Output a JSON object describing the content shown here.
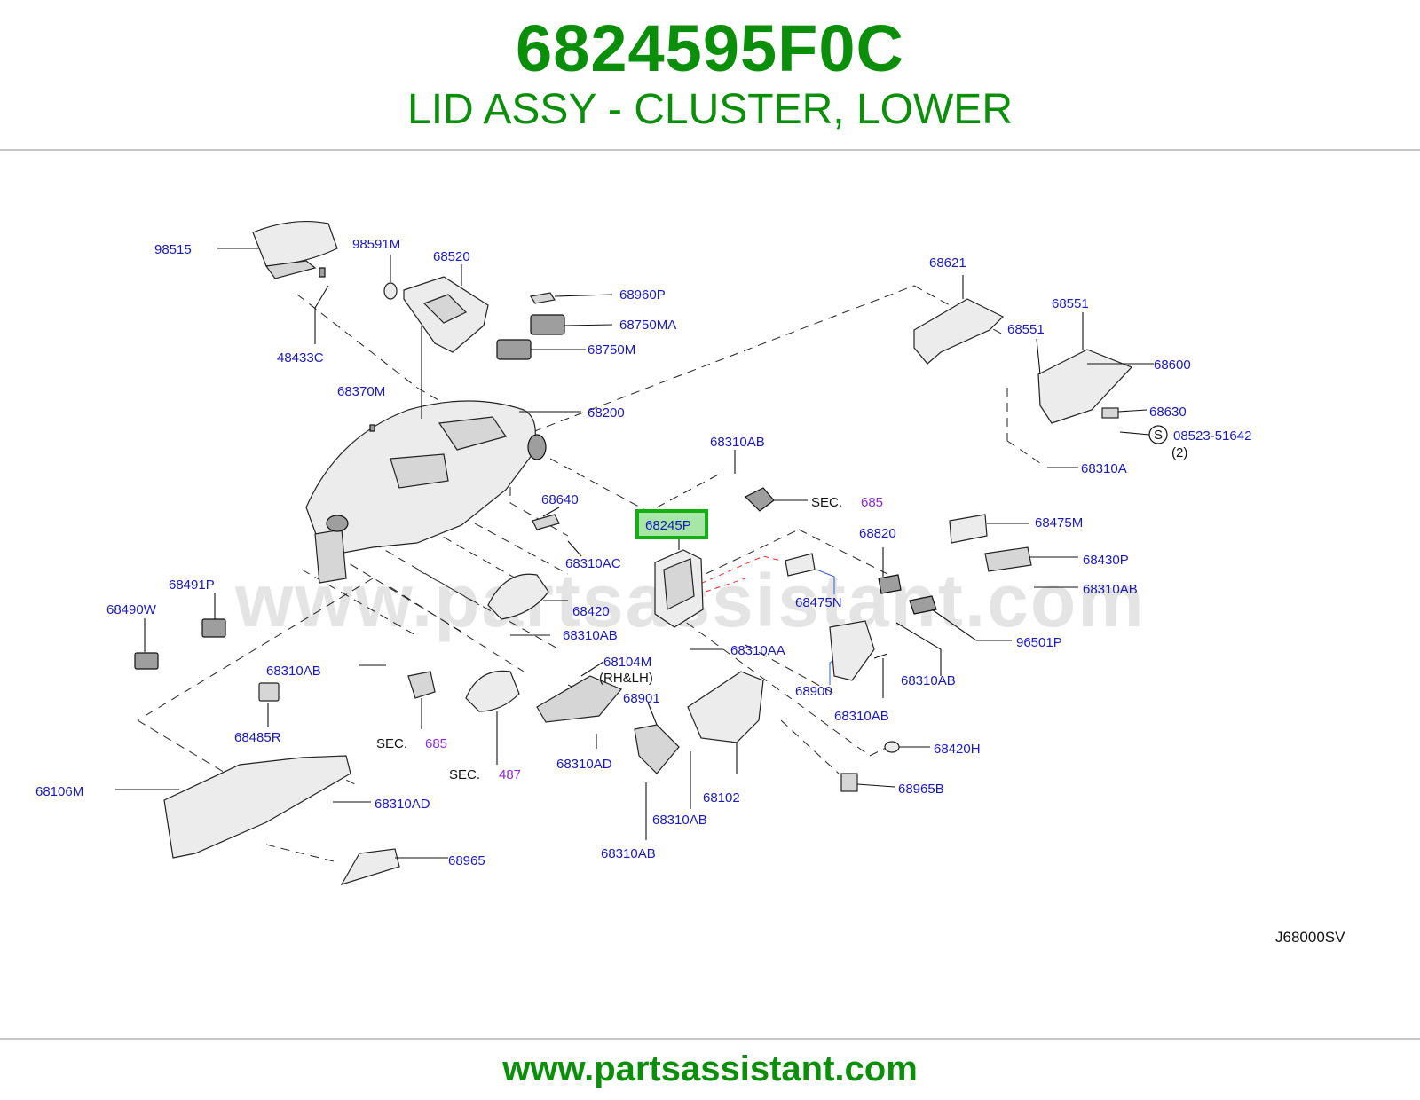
{
  "header": {
    "part_number": "6824595F0C",
    "description": "LID ASSY - CLUSTER, LOWER"
  },
  "diagram": {
    "highlighted_label": "68245P",
    "drawing_code": "J68000SV",
    "watermark": "www.partsassistant.com",
    "labels": {
      "l98515": "98515",
      "l98591M": "98591M",
      "l68520": "68520",
      "l48433C": "48433C",
      "l68960P": "68960P",
      "l68750MA": "68750MA",
      "l68750M": "68750M",
      "l68370M": "68370M",
      "l68200": "68200",
      "l68621": "68621",
      "l68551a": "68551",
      "l68551b": "68551",
      "l68600": "68600",
      "l68630": "68630",
      "lS": "S",
      "l08523": "08523-51642",
      "l2": "(2)",
      "l68310A": "68310A",
      "l68310AB_top": "68310AB",
      "lSEC1": "SEC.",
      "lSEC1n": "685",
      "l68640": "68640",
      "l68310AC": "68310AC",
      "l68475M": "68475M",
      "l68820": "68820",
      "l68430P": "68430P",
      "l68310AB_r1": "68310AB",
      "l68475N": "68475N",
      "l96501P": "96501P",
      "l68491P": "68491P",
      "l68490W": "68490W",
      "l68420": "68420",
      "l68310AB_m1": "68310AB",
      "l68310AA": "68310AA",
      "l68310AB_r2": "68310AB",
      "l68104M": "68104M",
      "lRHLH": "(RH&LH)",
      "l68900": "68900",
      "l68310AB_r3": "68310AB",
      "l68310AB_l": "68310AB",
      "l68901": "68901",
      "l68485R": "68485R",
      "lSEC2": "SEC.",
      "lSEC2n": "685",
      "l68420H": "68420H",
      "l68310AD_a": "68310AD",
      "lSEC3": "SEC.",
      "lSEC3n": "487",
      "l68102": "68102",
      "l68965B": "68965B",
      "l68106M": "68106M",
      "l68310AD_b": "68310AD",
      "l68310AB_b1": "68310AB",
      "l68310AB_b2": "68310AB",
      "l68965": "68965"
    }
  },
  "footer": {
    "url": "www.partsassistant.com"
  },
  "colors": {
    "brand_green": "#0b8f0b",
    "label_blue": "#1a1ab8",
    "section_purple": "#8a2bd6",
    "highlight_border": "#12b012",
    "highlight_fill": "#a8e6a8"
  }
}
